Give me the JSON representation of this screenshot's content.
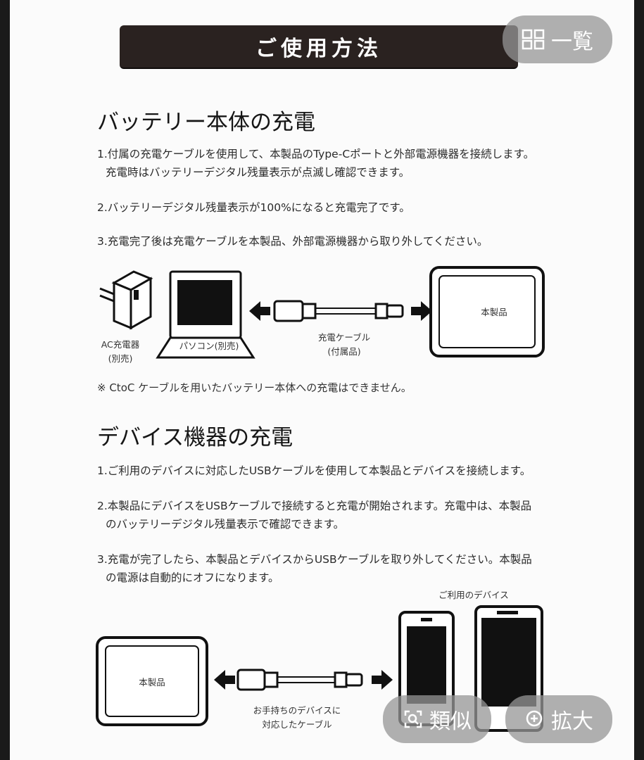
{
  "title": "ご使用方法",
  "sections": [
    {
      "heading": "バッテリー本体の充電",
      "steps": [
        [
          "1.付属の充電ケーブルを使用して、本製品のType-Cポートと外部電源機器を接続します。",
          "充電時はバッテリーデジタル残量表示が点滅し確認できます。"
        ],
        [
          "2.バッテリーデジタル残量表示が100%になると充電完了です。"
        ],
        [
          "3.充電完了後は充電ケーブルを本製品、外部電源機器から取り外してください。"
        ]
      ],
      "diagram": {
        "ac_label": "AC充電器",
        "ac_sub": "(別売)",
        "pc_label": "パソコン(別売)",
        "cable_label": "充電ケーブル",
        "cable_sub": "(付属品)",
        "product_label": "本製品"
      },
      "note": "※ CtoC ケーブルを用いたバッテリー本体への充電はできません。"
    },
    {
      "heading": "デバイス機器の充電",
      "steps": [
        [
          "1.ご利用のデバイスに対応したUSBケーブルを使用して本製品とデバイスを接続します。"
        ],
        [
          "2.本製品にデバイスをUSBケーブルで接続すると充電が開始されます。充電中は、本製品",
          "のバッテリーデジタル残量表示で確認できます。"
        ],
        [
          "3.充電が完了したら、本製品とデバイスからUSBケーブルを取り外してください。本製品",
          "の電源は自動的にオフになります。"
        ]
      ],
      "diagram": {
        "devices_label": "ご利用のデバイス",
        "product_label": "本製品",
        "cable_label": "お手持ちのデバイスに",
        "cable_sub": "対応したケーブル"
      }
    }
  ],
  "overlay": {
    "list_label": "一覧",
    "similar_label": "類似",
    "zoom_label": "拡大"
  }
}
